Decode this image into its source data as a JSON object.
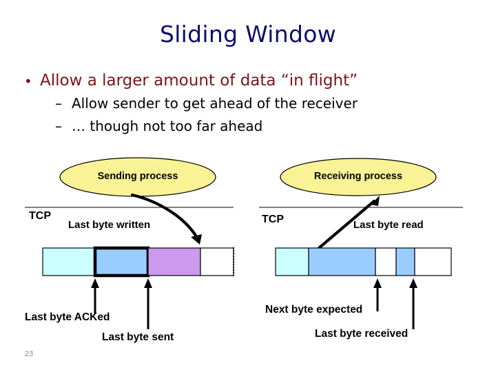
{
  "slide": {
    "title": "Sliding Window",
    "page_number": "23",
    "title_color": "#0d0d6b",
    "bullet_color": "#7a1518",
    "subbullet_color": "#000000",
    "background": "#ffffff"
  },
  "bullets": [
    {
      "level": 1,
      "marker": "•",
      "text": "Allow a larger amount of data “in flight”"
    },
    {
      "level": 2,
      "marker": "–",
      "text": "Allow sender to get ahead of the receiver"
    },
    {
      "level": 2,
      "marker": "–",
      "text": "… though not too far ahead"
    }
  ],
  "diagram": {
    "ellipses": [
      {
        "label": "Sending process",
        "fill": "#FAF396",
        "stroke": "#000000"
      },
      {
        "label": "Receiving process",
        "fill": "#FAF396",
        "stroke": "#000000"
      }
    ],
    "sender": {
      "layer_label": "TCP",
      "pointer_label": "Last byte written",
      "bottom_labels": [
        "Last byte ACKed",
        "Last byte sent"
      ],
      "buffer_segments": [
        {
          "name": "acked",
          "fill": "#CCFFFF"
        },
        {
          "name": "in-flight-window",
          "fill": "#99CCFF"
        },
        {
          "name": "sendable",
          "fill": "#CC99EE"
        },
        {
          "name": "free",
          "fill": "#FFFFFF"
        }
      ]
    },
    "receiver": {
      "layer_label": "TCP",
      "pointer_label": "Last byte read",
      "bottom_labels": [
        "Next byte expected",
        "Last byte received"
      ],
      "buffer_segments": [
        {
          "name": "read",
          "fill": "#CCFFFF"
        },
        {
          "name": "received-contiguous",
          "fill": "#99CCFF"
        },
        {
          "name": "gap",
          "fill": "#FFFFFF"
        },
        {
          "name": "received-out-of-order",
          "fill": "#99CCFF"
        },
        {
          "name": "free",
          "fill": "#FFFFFF"
        }
      ]
    }
  }
}
